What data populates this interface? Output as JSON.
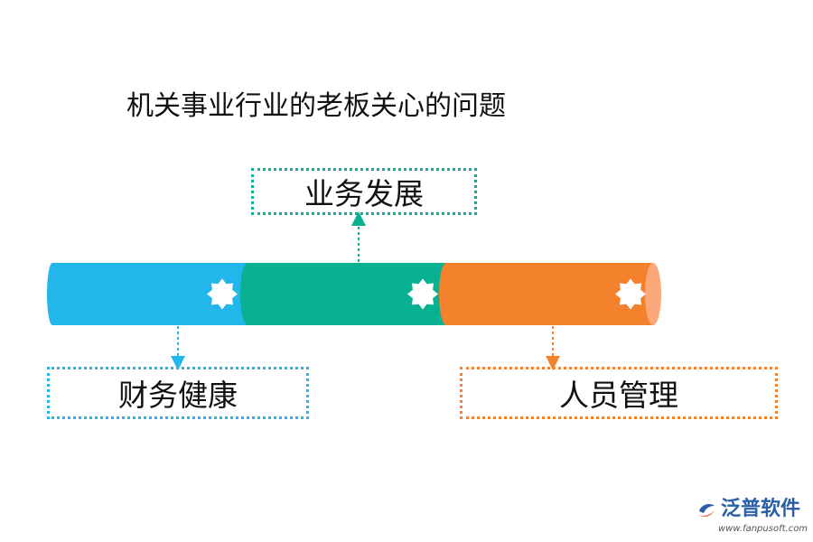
{
  "title": "机关事业行业的老板关心的问题",
  "nodes": {
    "top": {
      "label": "业务发展",
      "color": "#09b193"
    },
    "left": {
      "label": "财务健康",
      "color": "#22b6ea"
    },
    "right": {
      "label": "人员管理",
      "color": "#f4822c"
    }
  },
  "segments": [
    {
      "name": "finance",
      "color": "#22b6ea"
    },
    {
      "name": "business",
      "color": "#09b193"
    },
    {
      "name": "personnel",
      "color": "#f4822c",
      "end_color": "#fba87a"
    }
  ],
  "logo": {
    "name": "泛普软件",
    "url": "www.fanpusoft.com",
    "color": "#2a5ea8"
  }
}
